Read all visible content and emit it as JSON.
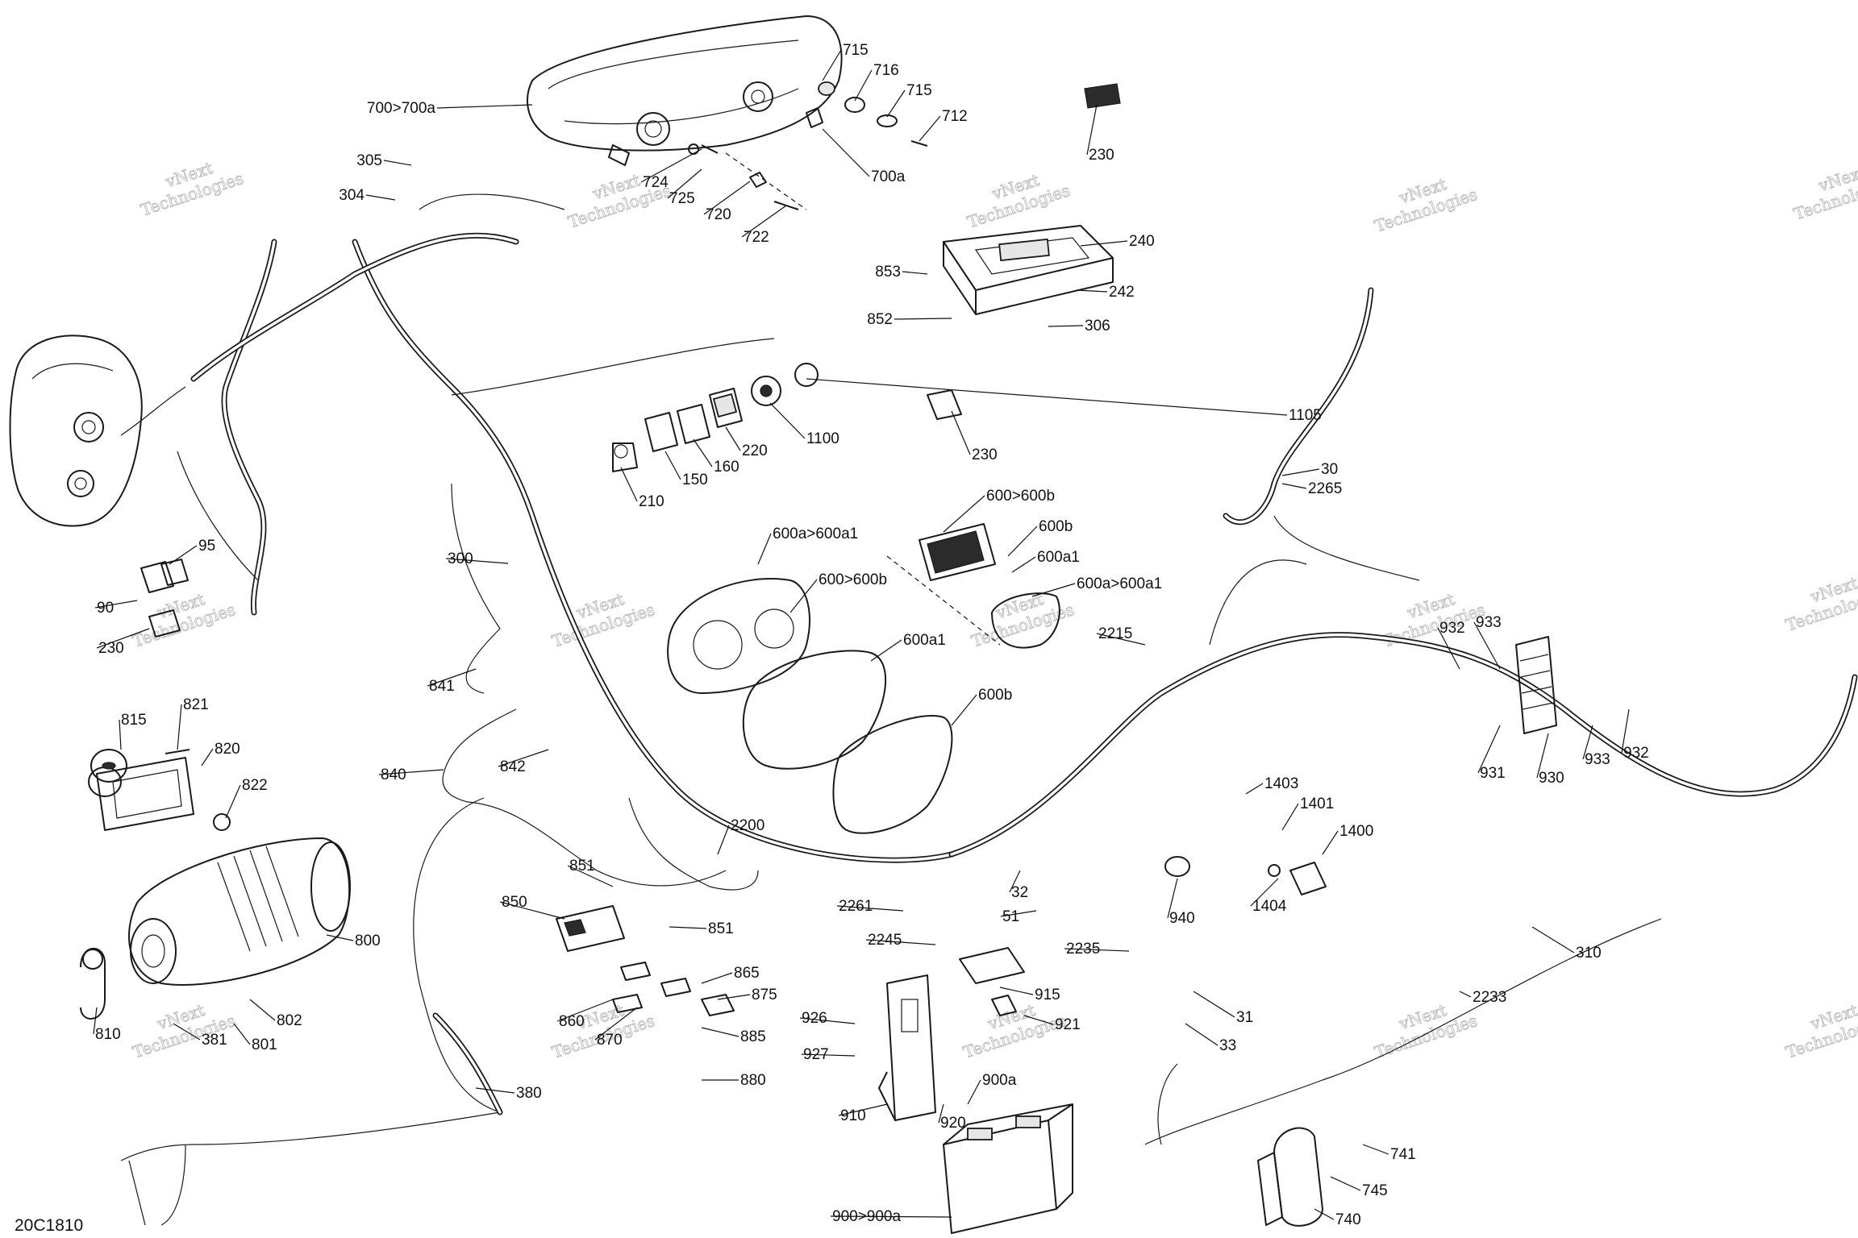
{
  "diagram_code": "20C1810",
  "watermark_text": [
    "vNext",
    "Technologies"
  ],
  "parts": [
    {
      "id": "700>700a"
    },
    {
      "id": "715"
    },
    {
      "id": "716"
    },
    {
      "id": "715"
    },
    {
      "id": "712"
    },
    {
      "id": "700a"
    },
    {
      "id": "724"
    },
    {
      "id": "725"
    },
    {
      "id": "720"
    },
    {
      "id": "722"
    },
    {
      "id": "305"
    },
    {
      "id": "304"
    },
    {
      "id": "230"
    },
    {
      "id": "240"
    },
    {
      "id": "853"
    },
    {
      "id": "242"
    },
    {
      "id": "852"
    },
    {
      "id": "306"
    },
    {
      "id": "1105"
    },
    {
      "id": "1100"
    },
    {
      "id": "220"
    },
    {
      "id": "160"
    },
    {
      "id": "150"
    },
    {
      "id": "210"
    },
    {
      "id": "230"
    },
    {
      "id": "30"
    },
    {
      "id": "2265"
    },
    {
      "id": "600>600b"
    },
    {
      "id": "600b"
    },
    {
      "id": "600a1"
    },
    {
      "id": "600a>600a1"
    },
    {
      "id": "600a>600a1"
    },
    {
      "id": "600>600b"
    },
    {
      "id": "600a1"
    },
    {
      "id": "600b"
    },
    {
      "id": "95"
    },
    {
      "id": "90"
    },
    {
      "id": "230"
    },
    {
      "id": "300"
    },
    {
      "id": "2215"
    },
    {
      "id": "932"
    },
    {
      "id": "933"
    },
    {
      "id": "841"
    },
    {
      "id": "815"
    },
    {
      "id": "821"
    },
    {
      "id": "820"
    },
    {
      "id": "822"
    },
    {
      "id": "840"
    },
    {
      "id": "842"
    },
    {
      "id": "931"
    },
    {
      "id": "930"
    },
    {
      "id": "933"
    },
    {
      "id": "932"
    },
    {
      "id": "1403"
    },
    {
      "id": "1401"
    },
    {
      "id": "1400"
    },
    {
      "id": "1404"
    },
    {
      "id": "2200"
    },
    {
      "id": "851"
    },
    {
      "id": "850"
    },
    {
      "id": "851"
    },
    {
      "id": "2261"
    },
    {
      "id": "32"
    },
    {
      "id": "51"
    },
    {
      "id": "940"
    },
    {
      "id": "800"
    },
    {
      "id": "2245"
    },
    {
      "id": "2235"
    },
    {
      "id": "310"
    },
    {
      "id": "865"
    },
    {
      "id": "875"
    },
    {
      "id": "915"
    },
    {
      "id": "31"
    },
    {
      "id": "802"
    },
    {
      "id": "810"
    },
    {
      "id": "381"
    },
    {
      "id": "801"
    },
    {
      "id": "860"
    },
    {
      "id": "870"
    },
    {
      "id": "2233"
    },
    {
      "id": "926"
    },
    {
      "id": "921"
    },
    {
      "id": "33"
    },
    {
      "id": "885"
    },
    {
      "id": "927"
    },
    {
      "id": "380"
    },
    {
      "id": "880"
    },
    {
      "id": "900a"
    },
    {
      "id": "910"
    },
    {
      "id": "920"
    },
    {
      "id": "741"
    },
    {
      "id": "745"
    },
    {
      "id": "900>900a"
    },
    {
      "id": "740"
    }
  ]
}
